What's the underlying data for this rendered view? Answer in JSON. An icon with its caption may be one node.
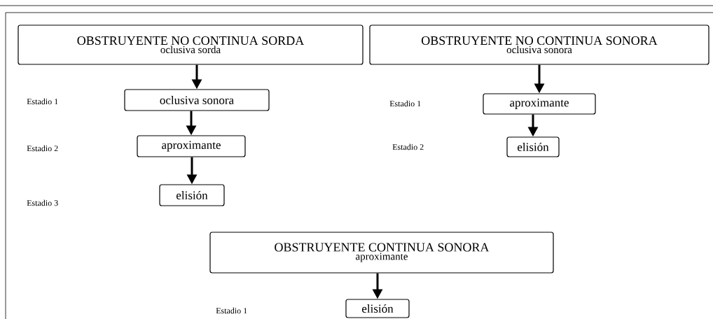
{
  "diagram": {
    "nodes": [
      {
        "text": [
          "OBSTRUYENTE NO CONTINUA SORDA",
          "oclusiva sorda"
        ]
      },
      {
        "text": [
          "oclusiva sonora"
        ]
      },
      {
        "text": [
          "aproximante"
        ]
      },
      {
        "text": [
          "elisión"
        ]
      },
      {
        "text": [
          "OBSTRUYENTE NO CONTINUA SONORA",
          "oclusiva sonora"
        ]
      },
      {
        "text": [
          "aproximante"
        ]
      },
      {
        "text": [
          "elisión"
        ]
      },
      {
        "text": [
          "OBSTRUYENTE CONTINUA SONORA",
          "aproximante"
        ]
      },
      {
        "text": [
          "elisión"
        ]
      }
    ],
    "edges": [
      {
        "from": 0,
        "to": 1,
        "arrow": "to"
      },
      {
        "from": 1,
        "to": 2,
        "arrow": "to"
      },
      {
        "from": 2,
        "to": 3,
        "arrow": "to"
      },
      {
        "from": 4,
        "to": 5,
        "arrow": "to"
      },
      {
        "from": 5,
        "to": 6,
        "arrow": "to"
      },
      {
        "from": 7,
        "to": 8,
        "arrow": "to"
      }
    ],
    "labels": [
      "Estadio 1",
      "Estadio 1",
      "Estadio 2",
      "Estadio 2",
      "Estadio 3",
      "Estadio 1"
    ]
  }
}
